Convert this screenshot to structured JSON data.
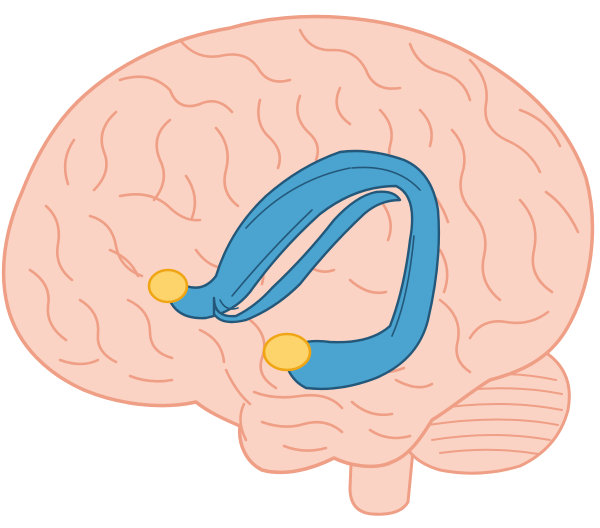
{
  "illustration": {
    "subject": "brain-lateral-view",
    "colors": {
      "brain_fill": "#fbd3c4",
      "brain_outline": "#ef9f86",
      "gyri_line": "#ef9f86",
      "cerebellum_fill": "#fbd3c4",
      "tract_fill": "#4ba3cf",
      "tract_outline": "#23587a",
      "node_fill": "#fcd46b",
      "node_outline": "#efa514",
      "background": "#ffffff"
    },
    "structures": [
      {
        "id": "cerebrum",
        "kind": "outline"
      },
      {
        "id": "cerebellum",
        "kind": "outline"
      },
      {
        "id": "brainstem",
        "kind": "outline"
      },
      {
        "id": "fiber-tract-outer",
        "kind": "tract"
      },
      {
        "id": "fiber-tract-inner",
        "kind": "tract"
      },
      {
        "id": "frontal-node",
        "kind": "node"
      },
      {
        "id": "temporal-node",
        "kind": "node"
      }
    ]
  }
}
